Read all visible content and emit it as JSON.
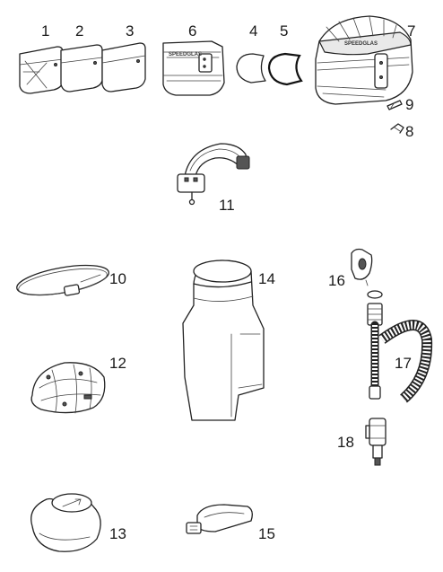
{
  "labels": {
    "visor_1": "1",
    "visor_2": "2",
    "visor_3": "3",
    "lens_4": "4",
    "gasket_5": "5",
    "frame_6": "6",
    "helmet_7": "7",
    "clip_8": "8",
    "clip_9": "9",
    "clamp_10": "10",
    "headgear_11": "11",
    "cradle_12": "12",
    "cap_13": "13",
    "hood_14": "14",
    "adapter_16": "16",
    "hose_17": "17",
    "valve_18": "18",
    "belt_15": "15"
  },
  "brand_marks": {
    "frame": "SPEEDGLAS",
    "helmet": "SPEEDGLAS"
  }
}
